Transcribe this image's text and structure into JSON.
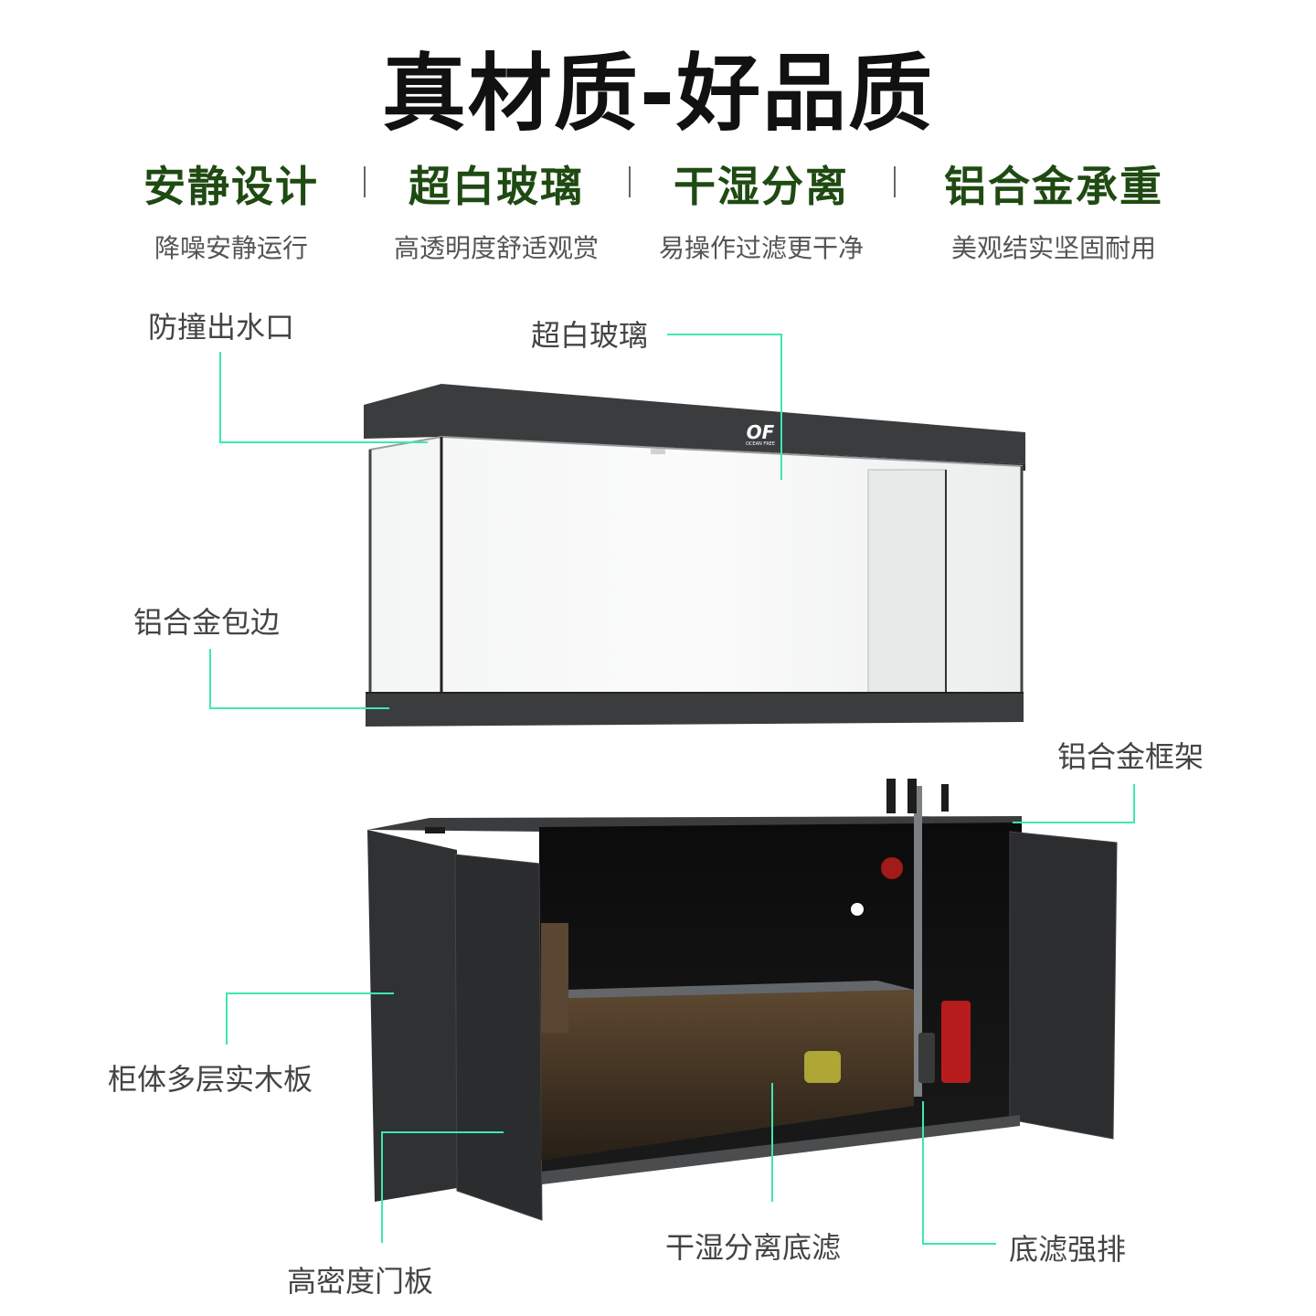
{
  "title": "真材质-好品质",
  "features": [
    {
      "heading": "安静设计",
      "sub": "降噪安静运行"
    },
    {
      "heading": "超白玻璃",
      "sub": "高透明度舒适观赏"
    },
    {
      "heading": "干湿分离",
      "sub": "易操作过滤更干净"
    },
    {
      "heading": "铝合金承重",
      "sub": "美观结实坚固耐用"
    }
  ],
  "callouts": {
    "outlet": "防撞出水口",
    "glass": "超白玻璃",
    "edge": "铝合金包边",
    "frame": "铝合金框架",
    "board": "柜体多层实木板",
    "door": "高密度门板",
    "sump": "干湿分离底滤",
    "drain": "底滤强排"
  },
  "logo": {
    "mark": "OF",
    "text": "OCEAN FREE"
  },
  "colors": {
    "accent": "#3ee8b0",
    "heading": "#1f4a12",
    "frame": "#2f3133"
  }
}
